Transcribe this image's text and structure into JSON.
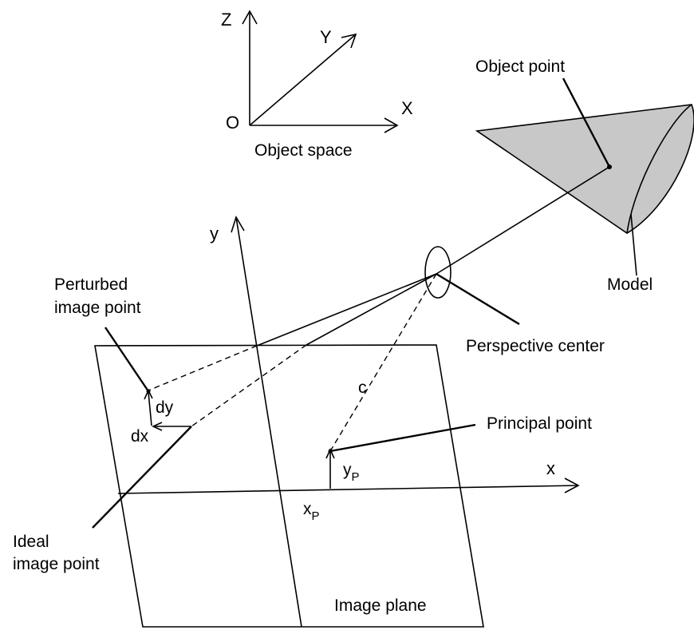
{
  "object_space": {
    "axis_z": "Z",
    "axis_y": "Y",
    "axis_x": "X",
    "origin": "O",
    "caption": "Object space"
  },
  "labels": {
    "object_point": "Object point",
    "model": "Model",
    "perspective_center": "Perspective center",
    "perturbed_image_point_line1": "Perturbed",
    "perturbed_image_point_line2": "image point",
    "ideal_image_point_line1": "Ideal",
    "ideal_image_point_line2": "image point",
    "principal_point": "Principal point",
    "image_plane": "Image plane",
    "focal_length": "c",
    "dx": "dx",
    "dy": "dy",
    "xp_main": "x",
    "xp_sub": "P",
    "yp_main": "y",
    "yp_sub": "P",
    "image_axis_x": "x",
    "image_axis_y": "y"
  },
  "colors": {
    "model_fill": "#c8c8c8",
    "stroke": "#000000"
  }
}
